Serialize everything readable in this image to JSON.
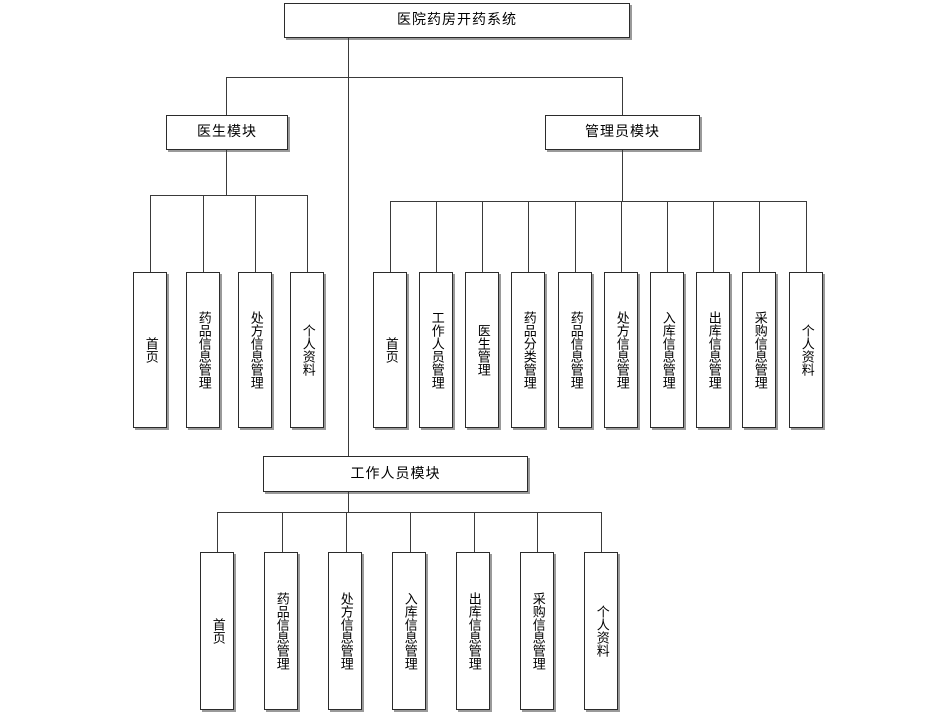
{
  "diagram": {
    "title": "医院药房开药系统",
    "type": "system-structure-tree",
    "colors": {
      "box_border": "#2b2b2b",
      "box_fill": "#ffffff",
      "box_shadow": "#9a9a9a",
      "connector": "#3a3a3a",
      "text": "#000000",
      "background": "#ffffff"
    },
    "root": {
      "label": "医院药房开药系统"
    },
    "modules": [
      {
        "key": "doctor",
        "label": "医生模块",
        "children": [
          {
            "label": "首页"
          },
          {
            "label": "药品信息管理"
          },
          {
            "label": "处方信息管理"
          },
          {
            "label": "个人资料"
          }
        ]
      },
      {
        "key": "admin",
        "label": "管理员模块",
        "children": [
          {
            "label": "首页"
          },
          {
            "label": "工作人员管理"
          },
          {
            "label": "医生管理"
          },
          {
            "label": "药品分类管理"
          },
          {
            "label": "药品信息管理"
          },
          {
            "label": "处方信息管理"
          },
          {
            "label": "入库信息管理"
          },
          {
            "label": "出库信息管理"
          },
          {
            "label": "采购信息管理"
          },
          {
            "label": "个人资料"
          }
        ]
      },
      {
        "key": "staff",
        "label": "工作人员模块",
        "children": [
          {
            "label": "首页"
          },
          {
            "label": "药品信息管理"
          },
          {
            "label": "处方信息管理"
          },
          {
            "label": "入库信息管理"
          },
          {
            "label": "出库信息管理"
          },
          {
            "label": "采购信息管理"
          },
          {
            "label": "个人资料"
          }
        ]
      }
    ]
  }
}
